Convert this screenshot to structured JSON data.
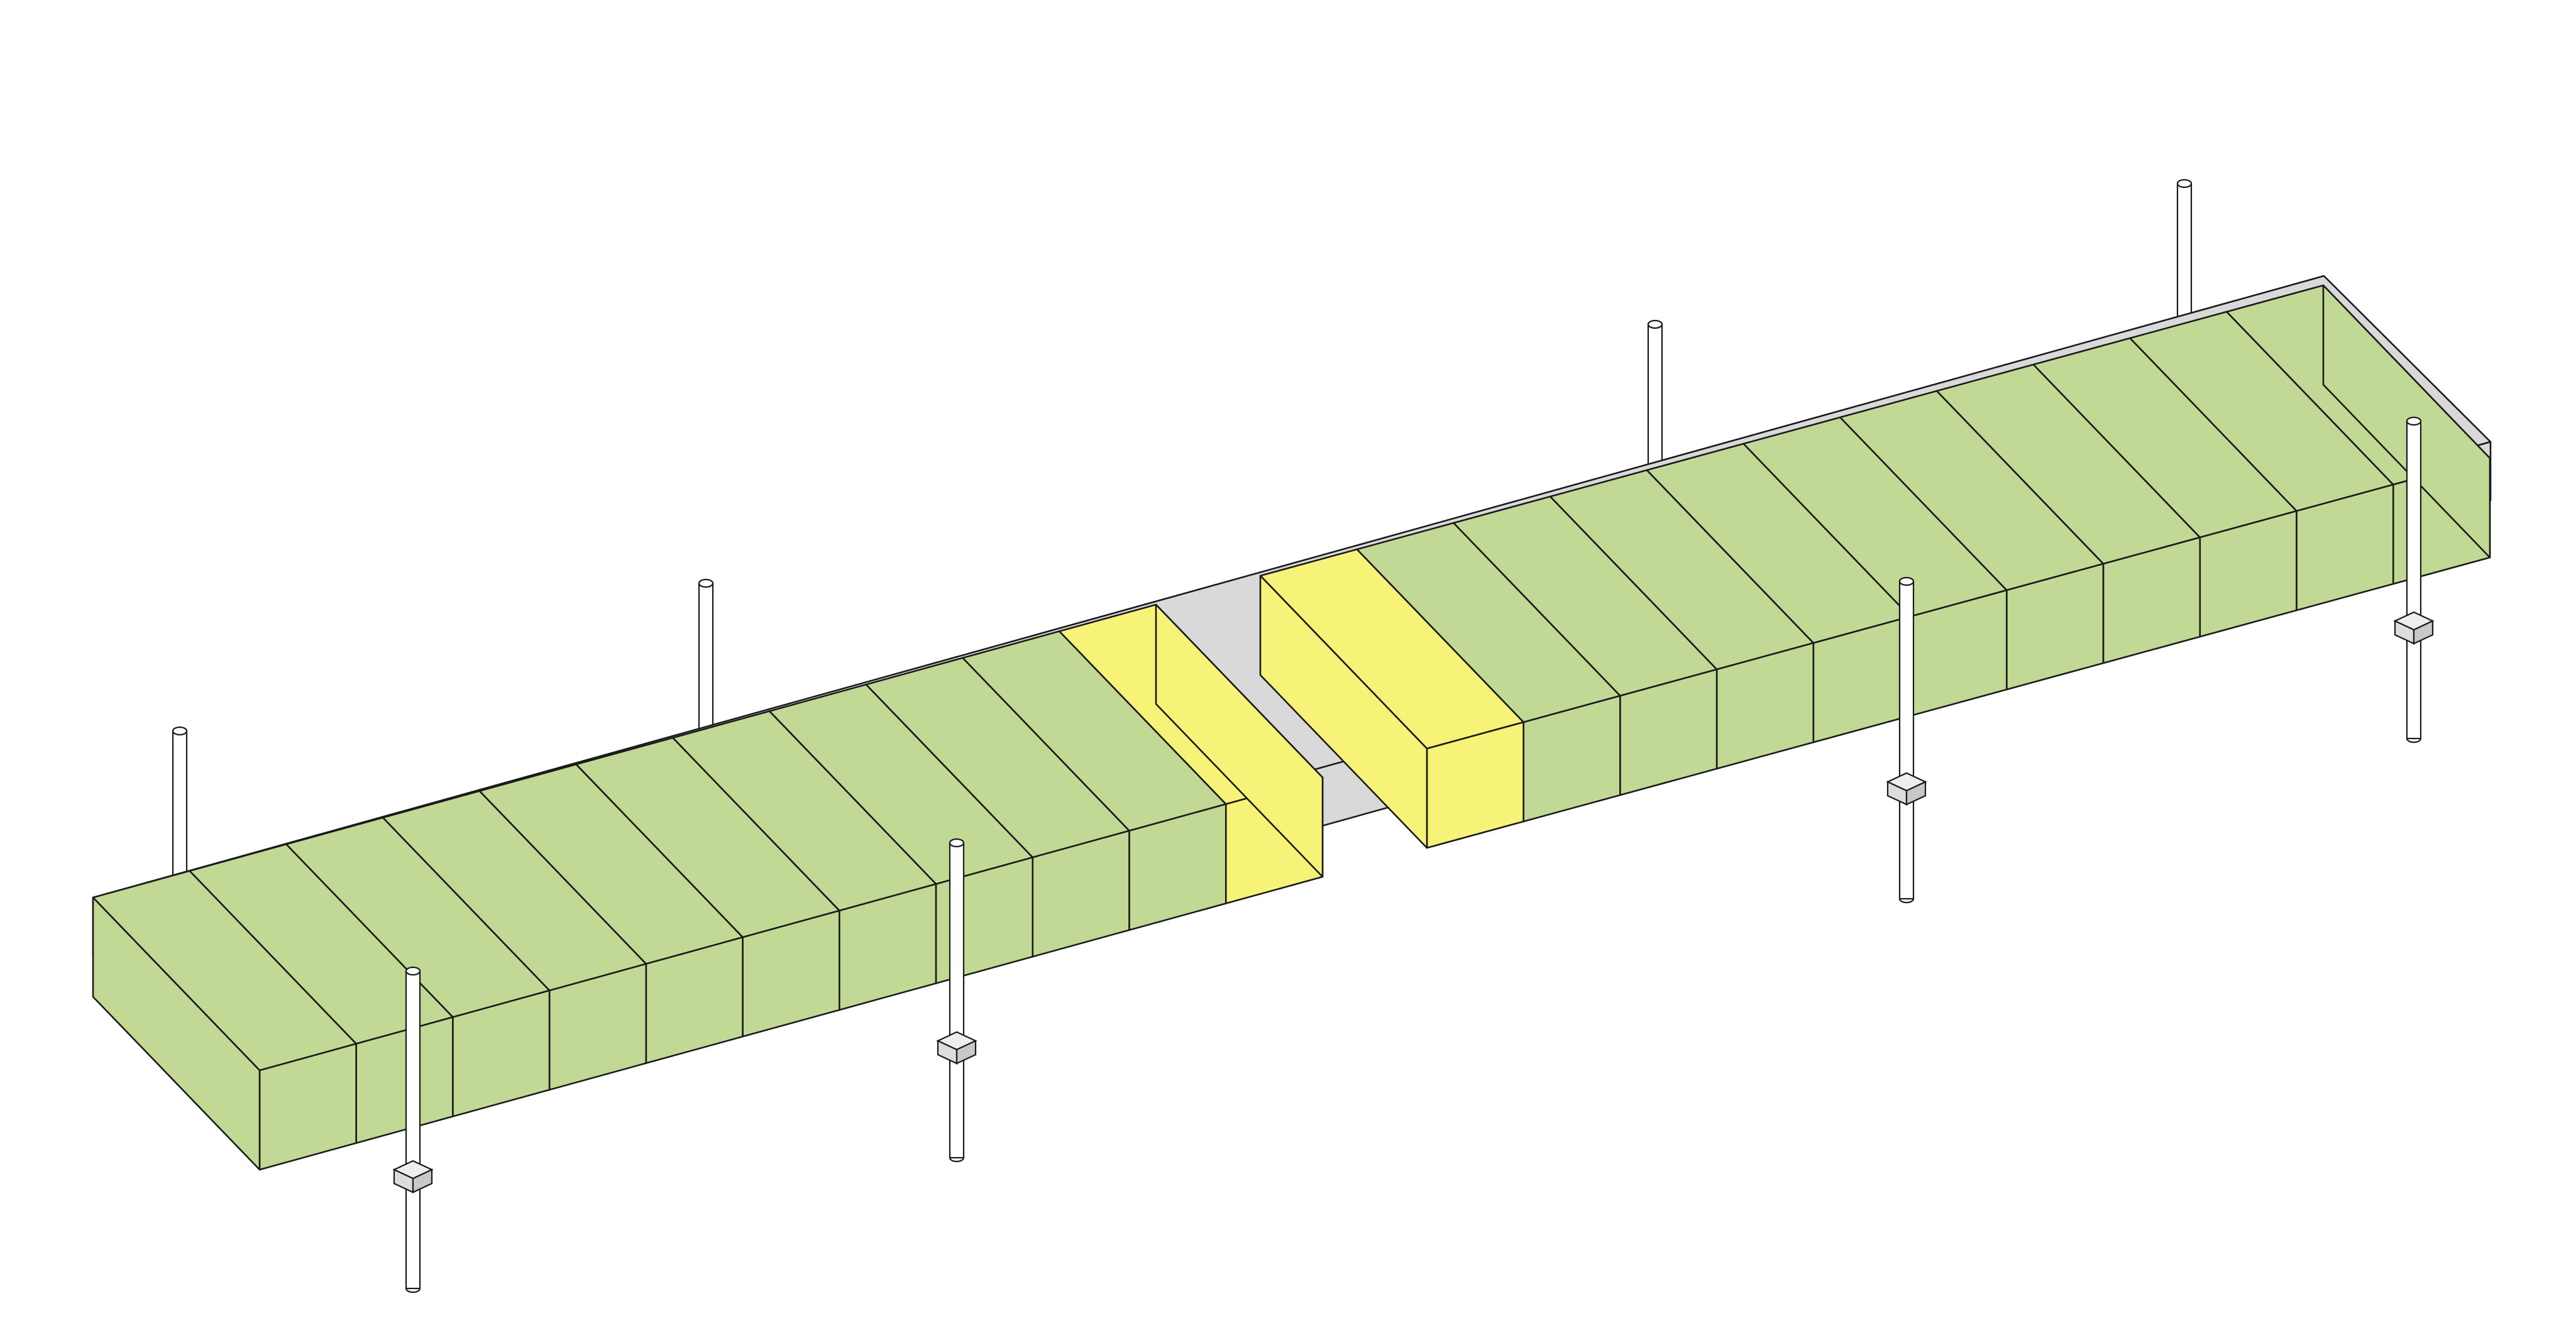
{
  "diagram": {
    "kind": "isometric floating dock with modules",
    "colors": {
      "background": "#ffffff",
      "platform_top": "#d9d9d9",
      "platform_side": "#d9d9d9",
      "module_green": "#c2d996",
      "module_yellow": "#f6f378",
      "post_fill": "#ffffff",
      "collar_fill": "#dddddd",
      "outline": "#1a1a1a"
    },
    "segments": [
      {
        "name": "left-segment",
        "module_count": 11,
        "highlight_modules": [
          10
        ]
      },
      {
        "name": "right-segment",
        "module_count": 11,
        "highlight_modules": [
          0
        ]
      }
    ],
    "posts": {
      "count": 8,
      "with_collars": 4
    }
  }
}
